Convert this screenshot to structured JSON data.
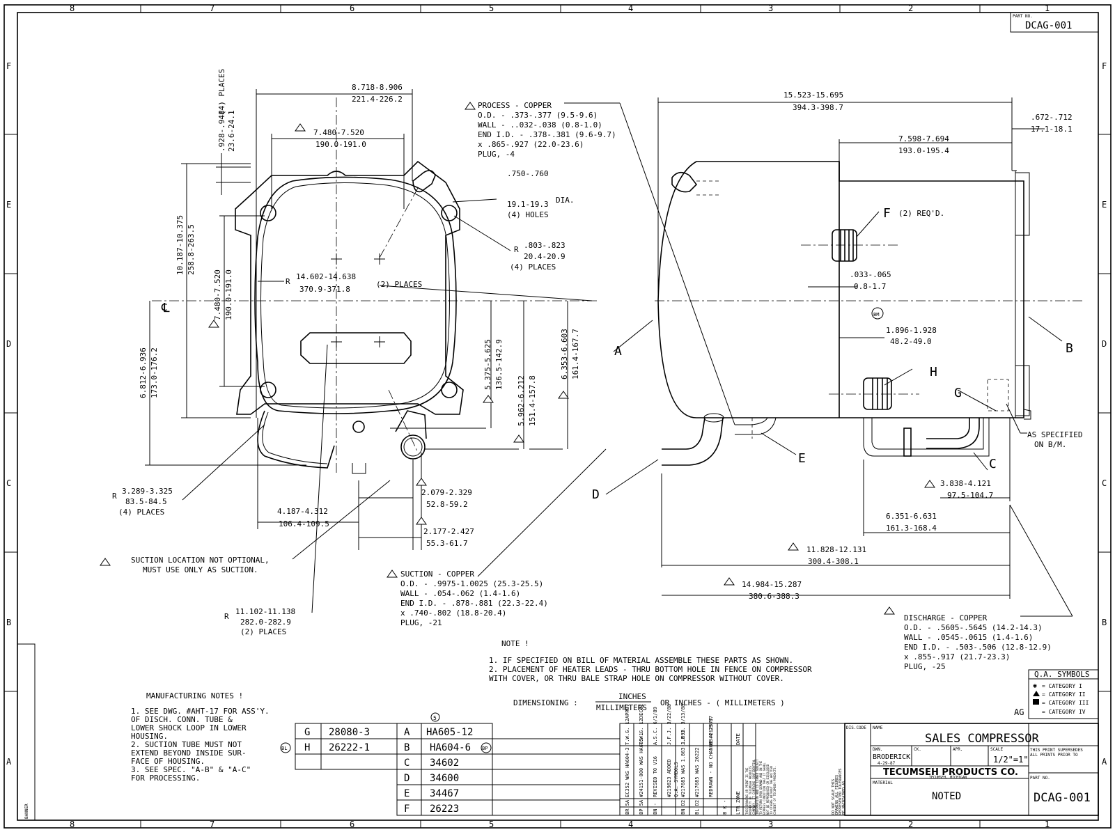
{
  "part_no_label": "PART NO.",
  "part_no": "DCAG-001",
  "zone_cols_top": [
    "8",
    "7",
    "6",
    "5",
    "4",
    "3",
    "2",
    "1"
  ],
  "zone_cols_bottom": [
    "8",
    "7",
    "6",
    "5",
    "4",
    "3",
    "2",
    "1"
  ],
  "zone_rows": [
    "F",
    "E",
    "D",
    "C",
    "B",
    "A"
  ],
  "front_view": {
    "width_in": "8.718-8.906",
    "width_mm": "221.4-226.2",
    "mount_in": "7.480-7.520",
    "mount_mm": "190.0-191.0",
    "ear_in": ".928-.948",
    "ear_mm": "23.6-24.1",
    "ear_places": "(4) PLACES",
    "height_in": "10.187-10.375",
    "height_mm": "258.8-263.5",
    "vmount_in": "7.480-7.520",
    "vmount_mm": "190.0-191.0",
    "base_in": "6.812-6.936",
    "base_mm": "173.0-176.2",
    "hole_in": ".750-.760",
    "hole_dia": "DIA.",
    "hole_mm": "19.1-19.3",
    "hole_count": "(4) HOLES",
    "r_ear_prefix": "R",
    "r_ear_in": ".803-.823",
    "r_ear_mm": "20.4-20.9",
    "r_ear_places": "(4) PLACES",
    "r_body_prefix": "R",
    "r_body_in": "14.602-14.638",
    "r_body_mm": "370.9-371.8",
    "r_body_places": "(2) PLACES",
    "r_corner_prefix": "R",
    "r_corner_in": "3.289-3.325",
    "r_corner_mm": "83.5-84.5",
    "r_corner_places": "(4) PLACES",
    "r_side_prefix": "R",
    "r_side_in": "11.102-11.138",
    "r_side_mm": "282.0-282.9",
    "r_side_places": "(2) PLACES",
    "d1_in": "5.375-5.625",
    "d1_mm": "136.5-142.9",
    "d2_in": "5.962-6.212",
    "d2_mm": "151.4-157.8",
    "d3_in": "6.353-6.603",
    "d3_mm": "161.4-167.7",
    "off_in": "4.187-4.312",
    "off_mm": "106.4-109.5",
    "s1_in": "2.079-2.329",
    "s1_mm": "52.8-59.2",
    "s2_in": "2.177-2.427",
    "s2_mm": "55.3-61.7",
    "suction_note_1": "SUCTION LOCATION NOT OPTIONAL,",
    "suction_note_2": "MUST USE ONLY AS SUCTION."
  },
  "process_note": [
    "PROCESS - COPPER",
    "O.D. - .373-.377 (9.5-9.6)",
    "WALL - ..032-.038 (0.8-1.0)",
    "END I.D. - .378-.381 (9.6-9.7)",
    "   x .865-.927 (22.0-23.6)",
    "PLUG,  -4"
  ],
  "suction_copper": [
    "SUCTION - COPPER",
    "O.D. - .9975-1.0025 (25.3-25.5)",
    "WALL - .054-.062 (1.4-1.6)",
    "END I.D. - .878-.881 (22.3-22.4)",
    "   x .740-.802 (18.8-20.4)",
    "PLUG,  -21"
  ],
  "discharge_copper": [
    "DISCHARGE - COPPER",
    "O.D. - .5605-.5645 (14.2-14.3)",
    "WALL - .0545-.0615 (1.4-1.6)",
    "END I.D. - .503-.506 (12.8-12.9)",
    "   x .855-.917 (21.7-23.3)",
    "PLUG,  -25"
  ],
  "side_view": {
    "len_in": "15.523-15.695",
    "len_mm": "394.3-398.7",
    "top_in": ".672-.712",
    "top_mm": "17.1-18.1",
    "lug_in": "7.598-7.694",
    "lug_mm": "193.0-195.4",
    "f_label": "F",
    "f_note": "(2) REQ'D.",
    "gap_in": ".033-.065",
    "gap_mm": "0.8-1.7",
    "bm": "BM",
    "h1_in": "1.896-1.928",
    "h1_mm": "48.2-49.0",
    "h_label": "H",
    "g_label": "G",
    "a_label": "A",
    "b_label": "B",
    "c_label": "C",
    "d_label": "D",
    "e_label": "E",
    "as_spec_1": "AS SPECIFIED",
    "as_spec_2": "ON B/M.",
    "c1_in": "3.838-4.121",
    "c1_mm": "97.5-104.7",
    "c2_in": "6.351-6.631",
    "c2_mm": "161.3-168.4",
    "c3_in": "11.828-12.131",
    "c3_mm": "300.4-308.1",
    "c4_in": "14.984-15.287",
    "c4_mm": "380.6-388.3"
  },
  "note_title": "NOTE !",
  "notes": [
    "1. IF SPECIFIED ON BILL OF MATERIAL ASSEMBLE THESE PARTS AS SHOWN.",
    "2. PLACEMENT OF HEATER LEADS - THRU BOTTOM HOLE IN FENCE ON COMPRESSOR",
    "   WITH COVER, OR THRU BALE STRAP HOLE ON COMPRESSOR WITHOUT COVER."
  ],
  "dimensioning": {
    "label": "DIMENSIONING  :",
    "inches": "INCHES",
    "mm": "MILLIMETERS",
    "or": "OR  INCHES  -  ( MILLIMETERS )"
  },
  "qa": {
    "title": "Q.A. SYMBOLS",
    "rows": [
      "= CATEGORY I",
      "= CATEGORY II",
      "= CATEGORY III",
      "= CATEGORY IV"
    ],
    "ag": "AG"
  },
  "mfg_title": "MANUFACTURING NOTES !",
  "mfg_notes": [
    "1. SEE DWG. #AHT-17 FOR ASS'Y.",
    "   OF DISCH. CONN. TUBE &",
    "   LOWER SHOCK LOOP IN LOWER",
    "   HOUSING.",
    "2. SUCTION TUBE MUST NOT",
    "   EXTEND BEYOND INSIDE SUR-",
    "   FACE OF HOUSING.",
    "3. SEE SPEC. \"A-B\" & \"A-C\"",
    "   FOR PROCESSING."
  ],
  "ref_table": {
    "left": [
      [
        "G",
        "28080-3"
      ],
      [
        "H",
        "26222-1"
      ],
      [
        "",
        ""
      ]
    ],
    "bl_mark": "BL",
    "right": [
      [
        "A",
        "HA605-12"
      ],
      [
        "B",
        "HA604-6"
      ],
      [
        "C",
        "34602"
      ],
      [
        "D",
        "34600"
      ],
      [
        "E",
        "34467"
      ],
      [
        "F",
        "26223"
      ]
    ],
    "bp_mark": "BP",
    "top_mark": "5"
  },
  "revisions": {
    "rows": [
      "EC352 WAS HA604-3",
      "#24151-000 WAS HA605-1",
      "REVISED TO V16",
      "#219823 ADDED",
      "Q.A. SYMBOLS",
      "#217685 WAS 1.863-1.893",
      "#217685 WAS 26222",
      "REDRAWN - NO CHANGE #212377"
    ],
    "ltr_col": [
      "BR 5A",
      "BP 5A",
      "BN -",
      "BN D2",
      "BL D2",
      "B K -",
      "LTR ZONE"
    ],
    "by_col": [
      "T.W.G. 12APR87",
      "T.W.G. 12DEC01",
      "A.S.C. 6/1/89",
      "J.F.J. 3/22/88",
      "J.F.J. 3/13/88",
      "HB 4-29-87",
      "DATE"
    ]
  },
  "title_block": {
    "dis_code": "DIS.CODE",
    "name_label": "NAME",
    "name": "SALES  COMPRESSOR",
    "dwn_label": "DWN.",
    "dwn": "BRODERICK",
    "dwn_date": "4-29-87",
    "ck_label": "CK.",
    "apr_label": "APR.",
    "scale_label": "SCALE",
    "scale": "1/2\"=1\"",
    "supersedes": [
      "THIS PRINT SUPERSEDES",
      "ALL PRINTS PRIOR TO"
    ],
    "company": "TECUMSEH PRODUCTS CO.",
    "company_city": "TECUMSEH, MICHIGAN",
    "material_label": "MATERIAL",
    "material": "NOTED",
    "part_no_label": "PART NO.",
    "part_no": "DCAG-001",
    "scale_note": [
      "DO NOT SCALE THIS",
      "DRAWING ALL FIGURES",
      "REPRESENTED TOLERANCES",
      "BE MAINTAINED AS",
      "COMPRESSOR ASSEMBLY."
    ],
    "confidential": [
      "THIS DRAWING OR PRINT IS THE",
      "PROPERTY OF TECUMSEH PRODUCTS",
      "COMPANY. IT CONTAINS CONFIDENTIAL",
      "INFORMATION AND IS LOANED SUBJECT",
      "TO RETURN UPON DEMAND AND ON THE",
      "EXPRESS CONDITION THAT IT SHALL",
      "NOT BE REPRODUCED OR DISCLOSED",
      "TO OTHERS WITHOUT THE WRITTEN",
      "CONSENT OF TECUMSEH PRODUCTS."
    ]
  },
  "banner": "BANNER"
}
